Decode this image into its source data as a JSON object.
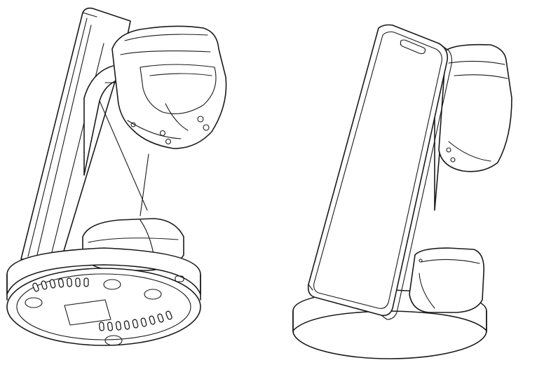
{
  "figure": {
    "background": "#ffffff",
    "line_color": "#1a1a1a",
    "views": [
      {
        "name": "stand-back-view",
        "parts": [
          "stand-panel",
          "watch-arm",
          "watch-band",
          "earbuds-case",
          "round-base",
          "base-vents",
          "base-feet",
          "base-label-pad",
          "usb-port"
        ]
      },
      {
        "name": "stand-front-view",
        "parts": [
          "phone-on-stand",
          "phone-notch",
          "watch-arm",
          "watch-band",
          "earbuds-case",
          "round-base"
        ]
      }
    ]
  }
}
